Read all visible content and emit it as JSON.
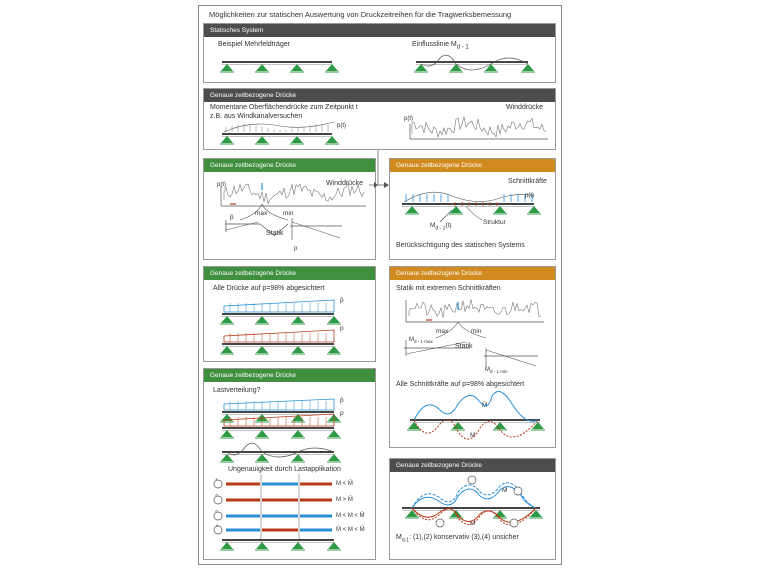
{
  "title": "Möglichkeiten zur statischen Auswertung von Druckzeitreihen für die Tragwerksbemessung",
  "panels": {
    "system": {
      "header": "Statisches System",
      "left_label": "Beispiel Mehrfeldträger",
      "right_label": "Einflusslinie M",
      "right_label_sub": "d - 1"
    },
    "pressures": {
      "header": "Genaue zeitbezogene Drücke",
      "left_label": "Momentane Oberflächendrücke zum Zeitpunkt t",
      "left_label2": "z.B. aus Windkanalversuchen",
      "pt_label": "p(t)",
      "right_label": "Winddrücke",
      "pt_label2": "p(t)"
    },
    "green1": {
      "header": "Genaue zeitbezogene Drücke",
      "pt": "p(t)",
      "title": "Winddrücke",
      "max": "max",
      "min": "min",
      "pbar": "p̄",
      "statik": "Statik",
      "p": "p"
    },
    "orange1": {
      "header": "Genaue zeitbezogene Drücke",
      "title": "Schnittkräfte",
      "pt": "p(t)",
      "struktur": "Struktur",
      "mt": "M",
      "mt_sub": "d - 1",
      "mt_tail": "(t)",
      "footer": "Berücksichtigung des statischen Systems"
    },
    "green2": {
      "header": "Genaue zeitbezogene Drücke",
      "title": "Alle Drücke auf p=98% abgesichtert",
      "p1": "p̄",
      "p2": "p"
    },
    "orange2": {
      "header": "Genaue zeitbezogene Drücke",
      "title": "Statik mit extremen Schnittkräften",
      "max": "max",
      "min": "min",
      "statik": "Statik",
      "mmax": "M",
      "mmax_sub": "d - 1 max",
      "mmin": "M",
      "mmin_sub": "d - 1 min",
      "title2": "Alle Schnittkräfte auf p=98% abgesichtert",
      "mbar": "M̄",
      "m": "M"
    },
    "green3": {
      "header": "Genaue zeitbezogene Drücke",
      "title": "Lastverteilung?",
      "p1": "p̄",
      "p2": "p",
      "title2": "Ungenauigkeit durch Lastapplikation",
      "rows": [
        {
          "n": "1",
          "text": "M < M̄"
        },
        {
          "n": "2",
          "text": "M > M̄"
        },
        {
          "n": "3",
          "text": "M < M < M̄"
        },
        {
          "n": "4",
          "text": "M̄ < M < M̄"
        }
      ]
    },
    "final": {
      "header": "Genaue zeitbezogene Drücke",
      "labels": [
        "4",
        "1",
        "3",
        "2"
      ],
      "mbar": "M̄",
      "m": "M",
      "footer_m": "M",
      "footer_sub": "d-1",
      "footer_rest": ": (1),(2) konservativ   (3),(4) unsicher"
    }
  },
  "colors": {
    "blue": "#2b8fd6",
    "red": "#b83a1a",
    "support": "#2f9a46",
    "beam": "#555555"
  }
}
